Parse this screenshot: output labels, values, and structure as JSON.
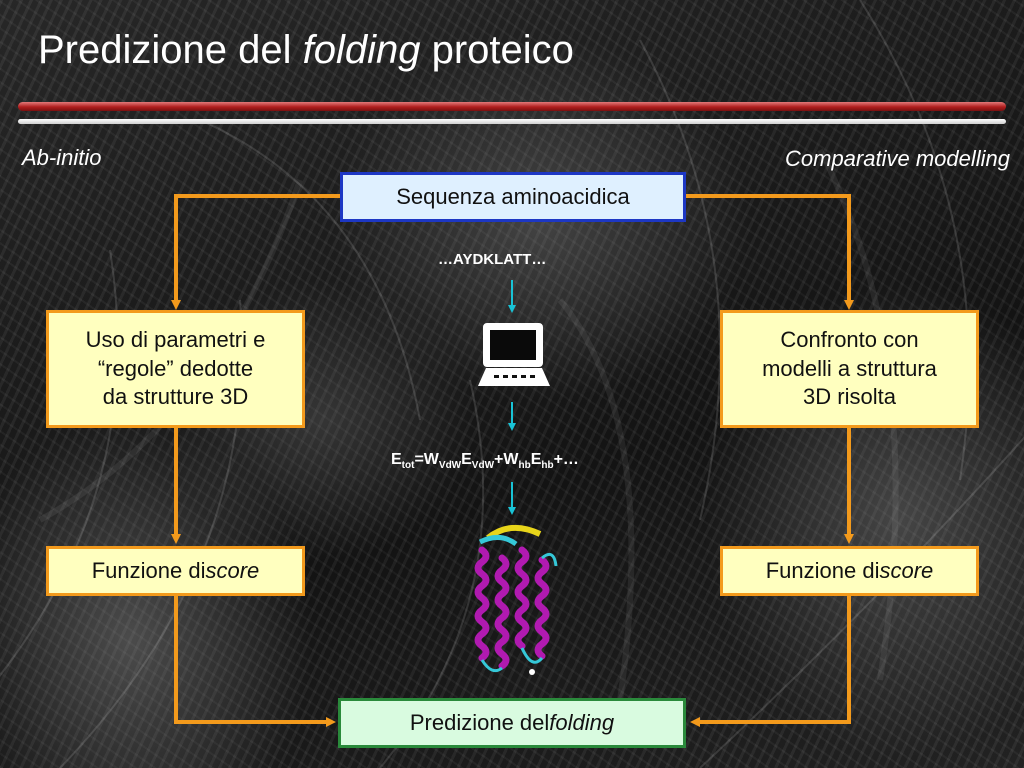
{
  "title": {
    "prefix": "Predizione del ",
    "emphasis": "folding",
    "suffix": " proteico"
  },
  "labels": {
    "left": "Ab-initio",
    "right": "Comparative modelling"
  },
  "boxes": {
    "sequence": "Sequenza aminoacidica",
    "left_rules": [
      "Uso di parametri e",
      "“regole” dedotte",
      "da strutture 3D"
    ],
    "right_compare": [
      "Confronto con",
      "modelli a struttura",
      "3D risolta"
    ],
    "score_prefix": "Funzione di ",
    "score_emphasis": "score",
    "prediction_prefix": "Predizione del ",
    "prediction_emphasis": "folding"
  },
  "center": {
    "sequence_snippet": "…AYDKLATT…",
    "energy": {
      "parts": [
        {
          "t": "E"
        },
        {
          "sub": "tot"
        },
        {
          "t": "=W"
        },
        {
          "sub": "VdW"
        },
        {
          "t": "E"
        },
        {
          "sub": "VdW"
        },
        {
          "t": "+W"
        },
        {
          "sub": "hb"
        },
        {
          "t": "E"
        },
        {
          "sub": "hb"
        },
        {
          "t": "+…"
        }
      ]
    },
    "computer_icon": "computer-icon",
    "protein_image": "protein-helix-structure"
  },
  "colors": {
    "arrow": "#f39a1c",
    "arrow_small": "#19c3d6",
    "title": "#ffffff"
  }
}
